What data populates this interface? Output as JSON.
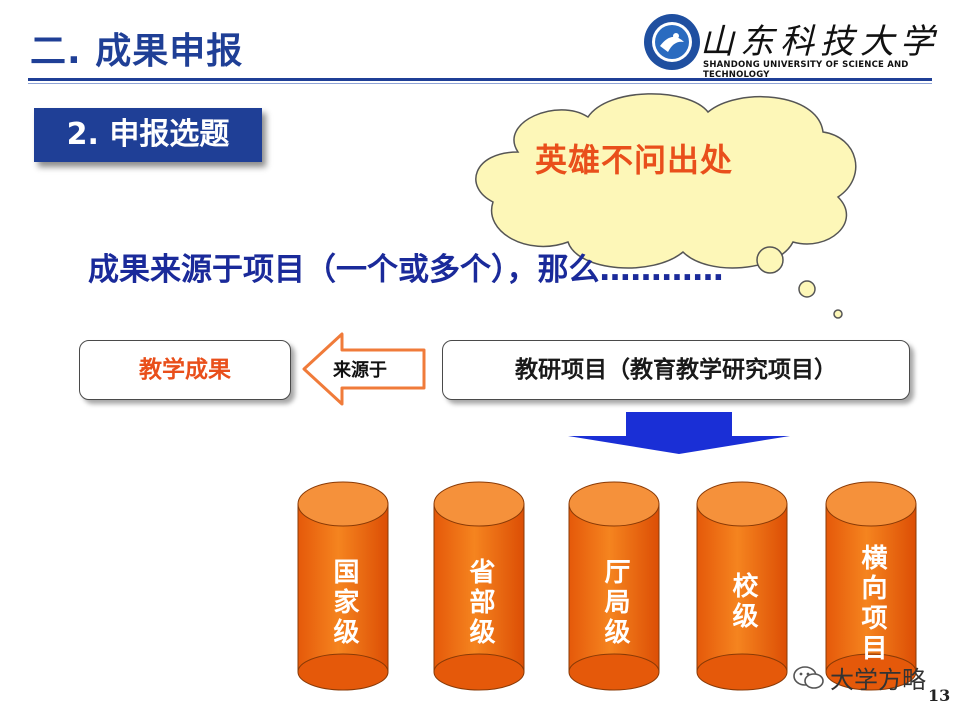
{
  "header": {
    "title": "二. 成果申报",
    "logo_cn": "山东科技大学",
    "logo_en": "SHANDONG UNIVERSITY OF SCIENCE AND TECHNOLOGY"
  },
  "section": {
    "label": "2. 申报选题"
  },
  "cloud": {
    "text": "英雄不问出处"
  },
  "subtitle": "成果来源于项目（一个或多个），那么…………",
  "flow": {
    "left_box": "教学成果",
    "arrow_label": "来源于",
    "right_box": "教研项目（教育教学研究项目）"
  },
  "levels": [
    "国家级",
    "省部级",
    "厅局级",
    "校级",
    "横向项目"
  ],
  "footer": {
    "watermark": "大学方略",
    "page_number": "13"
  },
  "colors": {
    "title_blue": "#1f3f96",
    "accent_orange": "#e94f1b",
    "cylinder_orange": "#f26a0a",
    "cloud_fill": "#fdf7b8",
    "arrow_blue": "#1a2fd6"
  }
}
